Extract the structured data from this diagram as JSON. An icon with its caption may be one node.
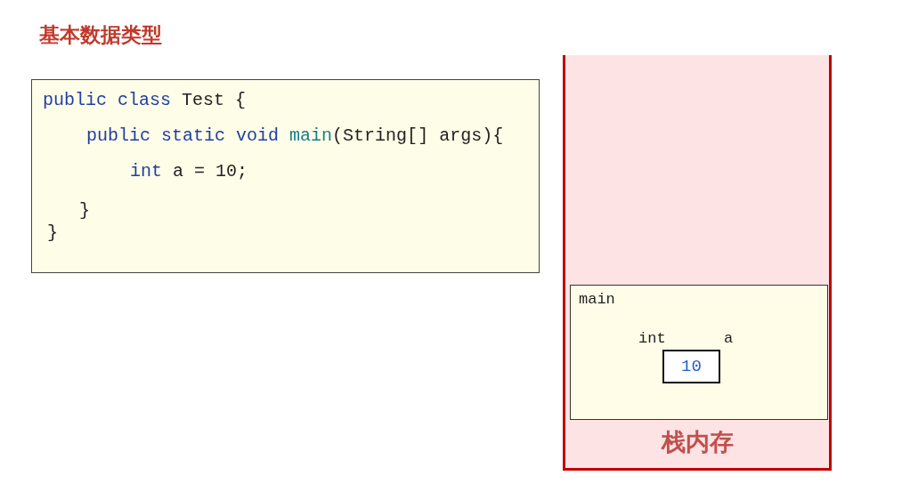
{
  "diagram": {
    "title": "基本数据类型",
    "nodes": [
      {
        "text": [
          "public class Test {",
          "public static void main(String[] args){",
          "int a = 10;",
          "}",
          "}"
        ]
      },
      {
        "text": [
          "栈内存"
        ]
      },
      {
        "text": [
          "main"
        ],
        "in": 1
      },
      {
        "text": [
          "10"
        ],
        "in": 2,
        "beside": [
          "int",
          "a"
        ]
      }
    ],
    "edges": []
  }
}
